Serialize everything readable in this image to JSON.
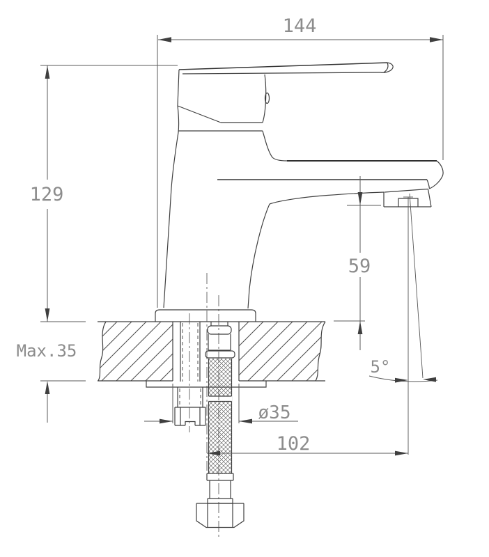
{
  "drawing": {
    "kind": "technical-dimension-drawing",
    "subject": "single-lever basin faucet side view with countertop installation cross-section",
    "colors": {
      "background": "#ffffff",
      "outline": "#3f3f3f",
      "dimension_lines": "#5a5a5a",
      "dimension_text": "#8c8c8c"
    },
    "labels": {
      "dim_overall_depth": "144",
      "dim_overall_height": "129",
      "dim_spout_clearance": "59",
      "dim_max_deck_thickness": "Max.35",
      "dim_hole_diameter": "ø35",
      "dim_spout_reach": "102",
      "dim_stream_angle": "5°"
    }
  }
}
